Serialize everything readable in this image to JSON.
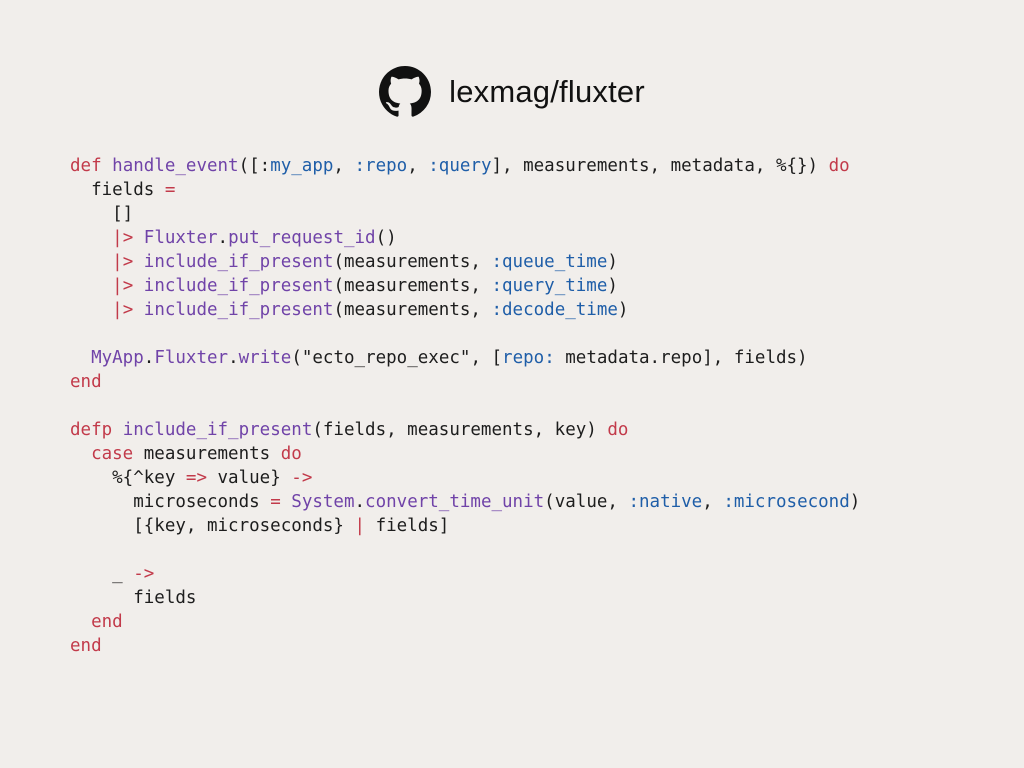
{
  "header": {
    "icon": "github-icon",
    "title": "lexmag/fluxter"
  },
  "colors": {
    "background": "#f1eeeb",
    "keyword": "#c23a4a",
    "function": "#7043a8",
    "atom": "#1f5ea8",
    "text": "#1d1d1d"
  },
  "code": {
    "language": "elixir",
    "lines": [
      [
        [
          "kw",
          "def"
        ],
        [
          "p",
          " "
        ],
        [
          "fn",
          "handle_event"
        ],
        [
          "p",
          "([:"
        ],
        [
          "sym",
          "my_app"
        ],
        [
          "p",
          ", "
        ],
        [
          "sym",
          ":repo"
        ],
        [
          "p",
          ", "
        ],
        [
          "sym",
          ":query"
        ],
        [
          "p",
          "], measurements, metadata, %{}) "
        ],
        [
          "kw",
          "do"
        ]
      ],
      [
        [
          "p",
          "  fields "
        ],
        [
          "kw",
          "="
        ]
      ],
      [
        [
          "p",
          "    []"
        ]
      ],
      [
        [
          "p",
          "    "
        ],
        [
          "kw",
          "|>"
        ],
        [
          "p",
          " "
        ],
        [
          "fn",
          "Fluxter"
        ],
        [
          "p",
          "."
        ],
        [
          "fn",
          "put_request_id"
        ],
        [
          "p",
          "()"
        ]
      ],
      [
        [
          "p",
          "    "
        ],
        [
          "kw",
          "|>"
        ],
        [
          "p",
          " "
        ],
        [
          "fn",
          "include_if_present"
        ],
        [
          "p",
          "(measurements, "
        ],
        [
          "sym",
          ":queue_time"
        ],
        [
          "p",
          ")"
        ]
      ],
      [
        [
          "p",
          "    "
        ],
        [
          "kw",
          "|>"
        ],
        [
          "p",
          " "
        ],
        [
          "fn",
          "include_if_present"
        ],
        [
          "p",
          "(measurements, "
        ],
        [
          "sym",
          ":query_time"
        ],
        [
          "p",
          ")"
        ]
      ],
      [
        [
          "p",
          "    "
        ],
        [
          "kw",
          "|>"
        ],
        [
          "p",
          " "
        ],
        [
          "fn",
          "include_if_present"
        ],
        [
          "p",
          "(measurements, "
        ],
        [
          "sym",
          ":decode_time"
        ],
        [
          "p",
          ")"
        ]
      ],
      [],
      [
        [
          "p",
          "  "
        ],
        [
          "fn",
          "MyApp"
        ],
        [
          "p",
          "."
        ],
        [
          "fn",
          "Fluxter"
        ],
        [
          "p",
          "."
        ],
        [
          "fn",
          "write"
        ],
        [
          "p",
          "("
        ],
        [
          "str",
          "\"ecto_repo_exec\""
        ],
        [
          "p",
          ", ["
        ],
        [
          "sym",
          "repo:"
        ],
        [
          "p",
          " metadata.repo], fields)"
        ]
      ],
      [
        [
          "kw",
          "end"
        ]
      ],
      [],
      [
        [
          "kw",
          "defp"
        ],
        [
          "p",
          " "
        ],
        [
          "fn",
          "include_if_present"
        ],
        [
          "p",
          "(fields, measurements, key) "
        ],
        [
          "kw",
          "do"
        ]
      ],
      [
        [
          "p",
          "  "
        ],
        [
          "kw",
          "case"
        ],
        [
          "p",
          " measurements "
        ],
        [
          "kw",
          "do"
        ]
      ],
      [
        [
          "p",
          "    %{^key "
        ],
        [
          "kw",
          "=>"
        ],
        [
          "p",
          " value} "
        ],
        [
          "kw",
          "->"
        ]
      ],
      [
        [
          "p",
          "      microseconds "
        ],
        [
          "kw",
          "="
        ],
        [
          "p",
          " "
        ],
        [
          "fn",
          "System"
        ],
        [
          "p",
          "."
        ],
        [
          "fn",
          "convert_time_unit"
        ],
        [
          "p",
          "(value, "
        ],
        [
          "sym",
          ":native"
        ],
        [
          "p",
          ", "
        ],
        [
          "sym",
          ":microsecond"
        ],
        [
          "p",
          ")"
        ]
      ],
      [
        [
          "p",
          "      [{key, microseconds} "
        ],
        [
          "kw",
          "|"
        ],
        [
          "p",
          " fields]"
        ]
      ],
      [],
      [
        [
          "p",
          "    _ "
        ],
        [
          "kw",
          "->"
        ]
      ],
      [
        [
          "p",
          "      fields"
        ]
      ],
      [
        [
          "p",
          "  "
        ],
        [
          "kw",
          "end"
        ]
      ],
      [
        [
          "kw",
          "end"
        ]
      ]
    ]
  }
}
